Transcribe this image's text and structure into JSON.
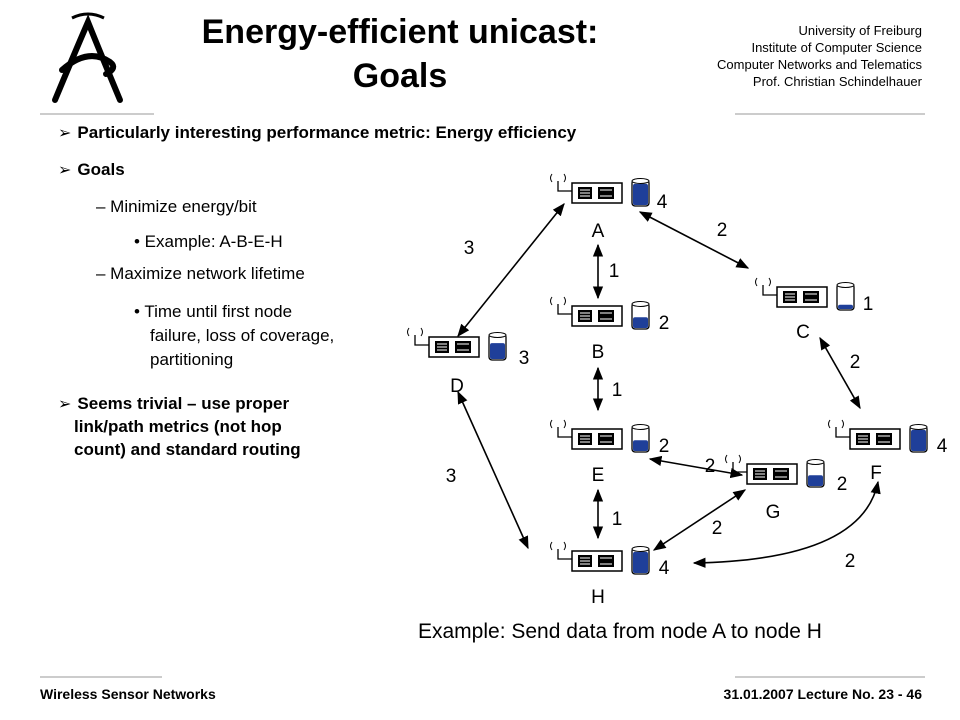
{
  "header": {
    "title_line1": "Energy-efficient unicast:",
    "title_line2": "Goals",
    "institution": [
      "University of Freiburg",
      "Institute of Computer Science",
      "Computer Networks and Telematics",
      "Prof. Christian Schindelhauer"
    ]
  },
  "content": {
    "bullet1": "Particularly interesting performance metric: Energy efficiency",
    "bullet2": "Goals",
    "sub1": "– Minimize energy/bit",
    "sub1a": "• Example: A-B-E-H",
    "sub2": "– Maximize network lifetime",
    "sub2a_line1": "• Time until first node",
    "sub2a_line2": "failure, loss of coverage,",
    "sub2a_line3": "partitioning",
    "bullet3_line1": "Seems trivial – use proper",
    "bullet3_line2": "link/path metrics (not hop",
    "bullet3_line3": "count) and standard routing"
  },
  "diagram": {
    "nodes": [
      {
        "id": "A",
        "energy": "4",
        "fill": 0.85
      },
      {
        "id": "B",
        "energy": "2",
        "fill": 0.45
      },
      {
        "id": "C",
        "energy": "1",
        "fill": 0.2
      },
      {
        "id": "D",
        "energy": "3",
        "fill": 0.65
      },
      {
        "id": "E",
        "energy": "2",
        "fill": 0.45
      },
      {
        "id": "F",
        "energy": "4",
        "fill": 0.85
      },
      {
        "id": "G",
        "energy": "2",
        "fill": 0.45
      },
      {
        "id": "H",
        "energy": "4",
        "fill": 0.85
      }
    ],
    "edges": [
      {
        "id": "A-B",
        "weight": "1"
      },
      {
        "id": "A-C",
        "weight": "2"
      },
      {
        "id": "A-D",
        "weight": "3"
      },
      {
        "id": "B-E",
        "weight": "1"
      },
      {
        "id": "C-F",
        "weight": "2"
      },
      {
        "id": "D-H",
        "weight": "3"
      },
      {
        "id": "E-H",
        "weight": "1"
      },
      {
        "id": "E-G",
        "weight": "2"
      },
      {
        "id": "G-H",
        "weight": "2"
      },
      {
        "id": "F-H",
        "weight": "2"
      }
    ],
    "caption": "Example: Send data from node A to node H"
  },
  "footer": {
    "left": "Wireless Sensor Networks",
    "right": "31.01.2007  Lecture No. 23 - 46"
  },
  "colors": {
    "battery": "#1f3f99",
    "line": "#000000",
    "rule": "#cccccc"
  }
}
